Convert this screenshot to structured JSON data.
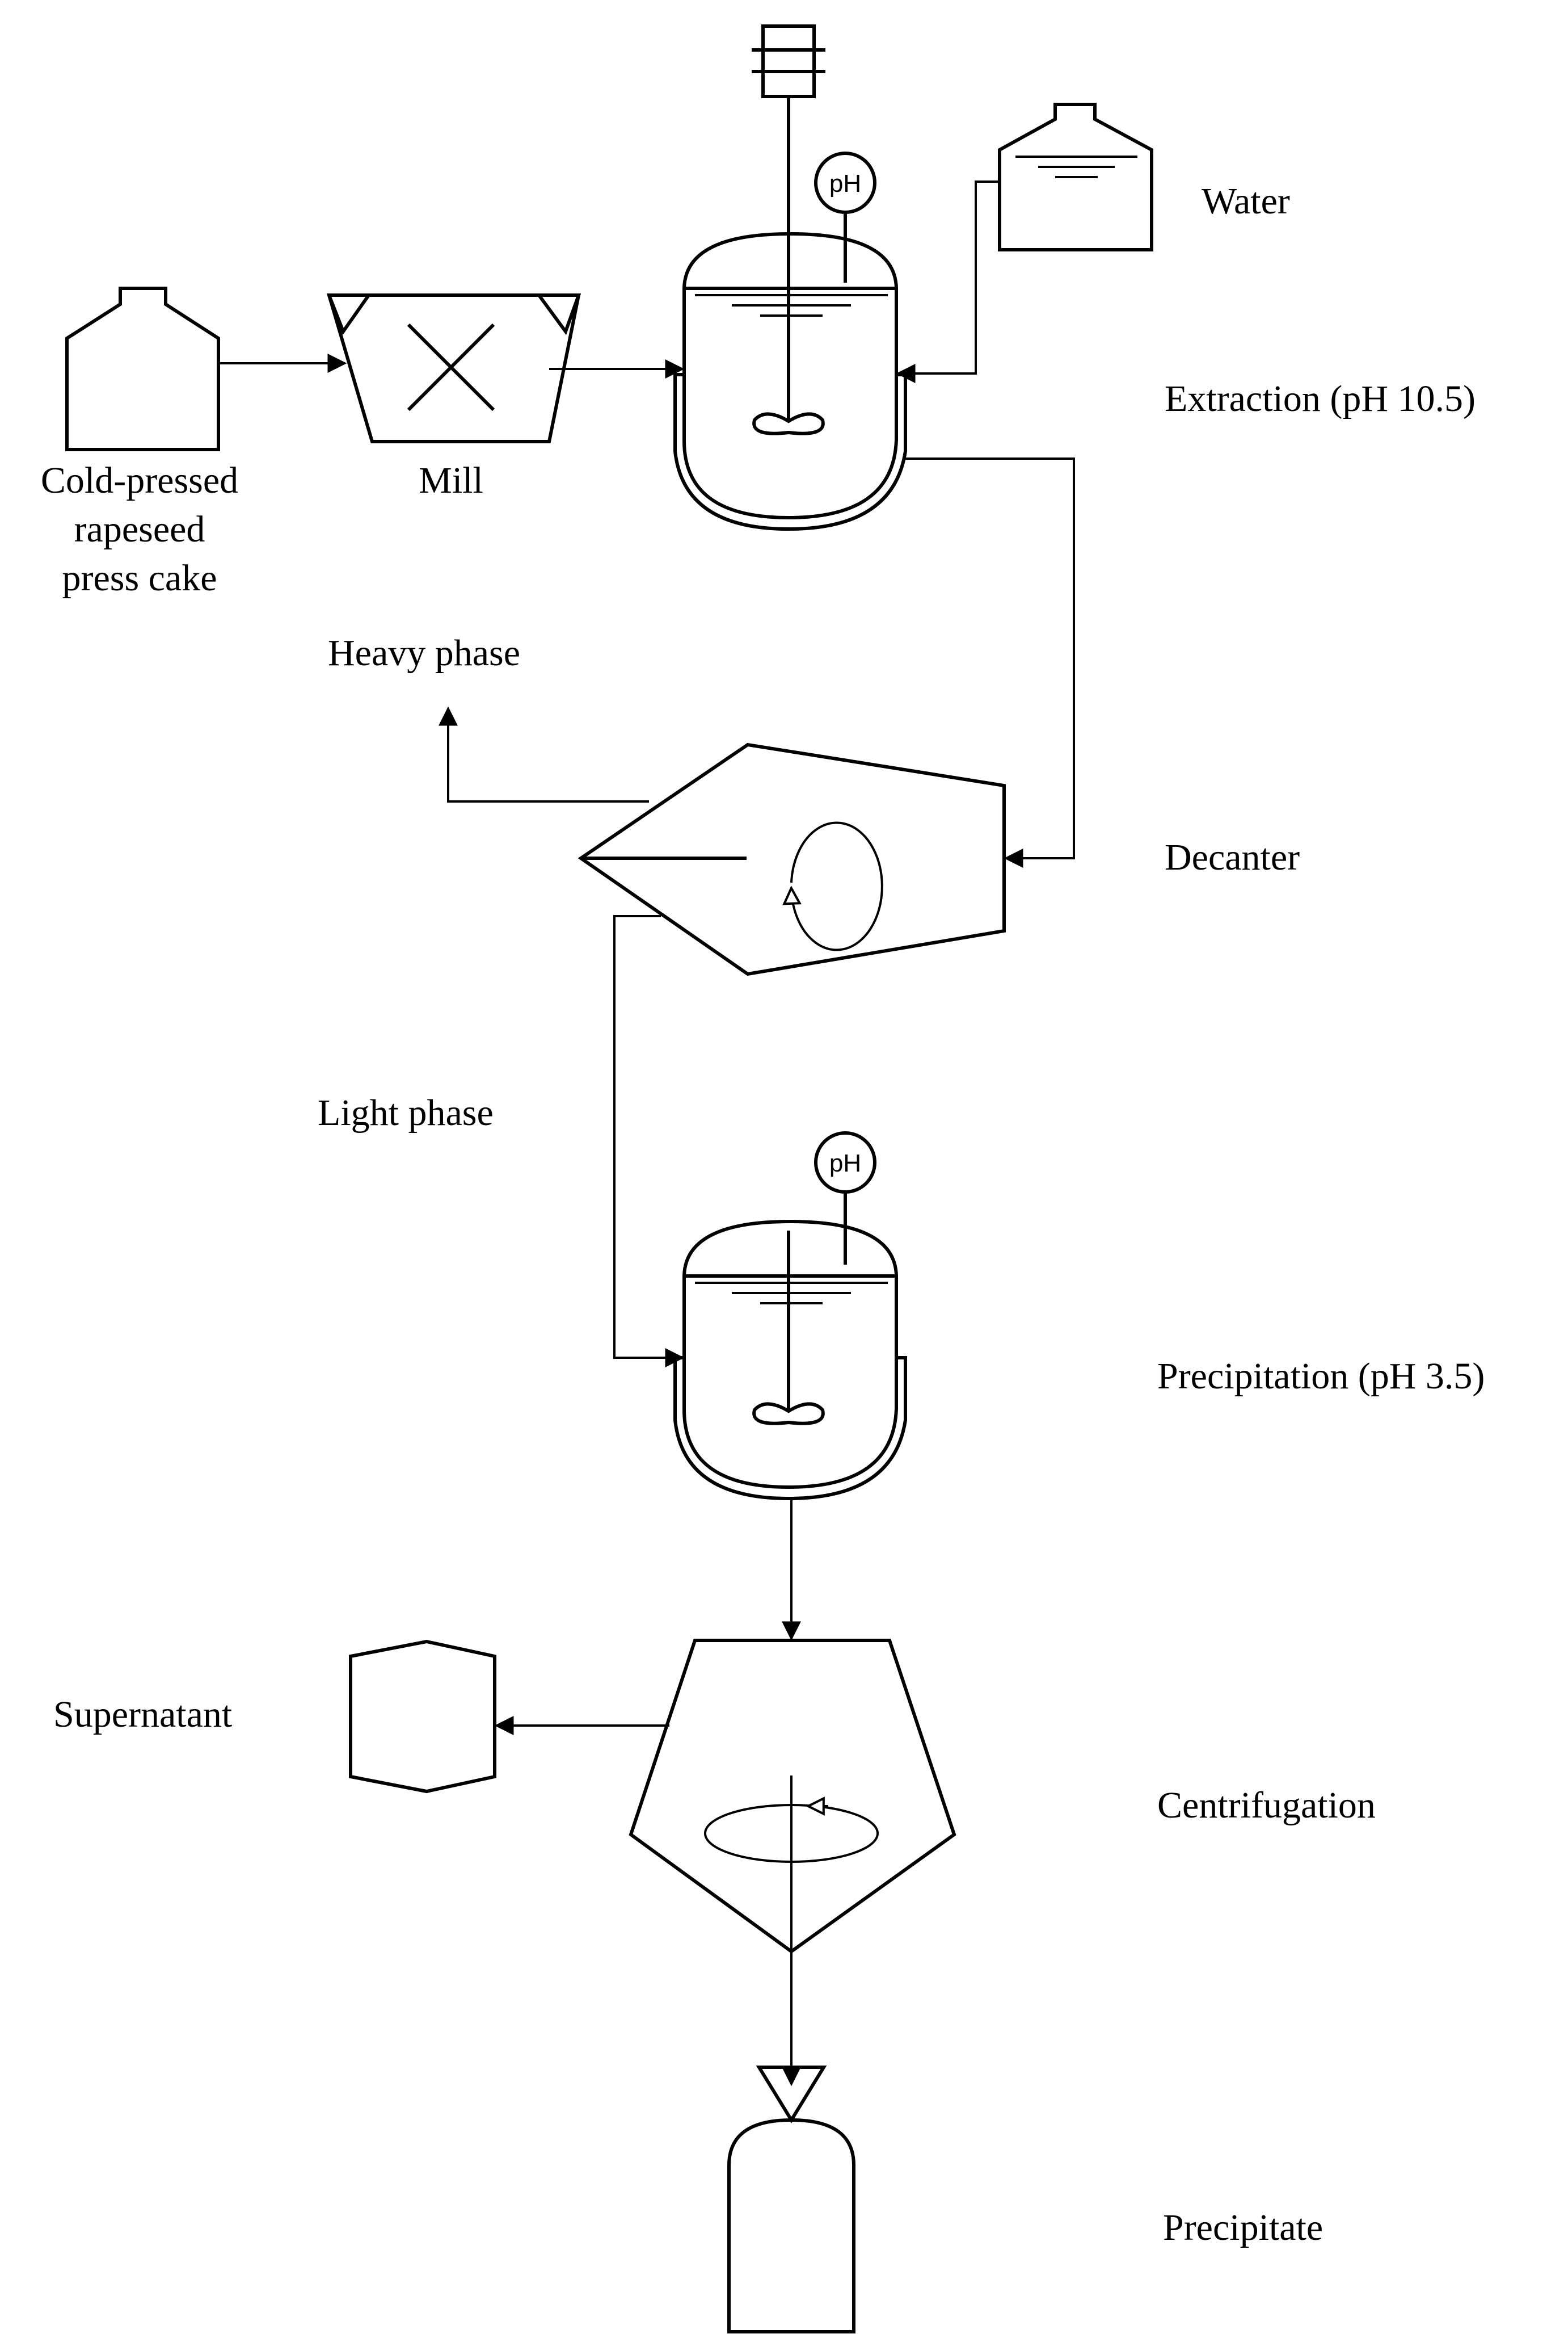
{
  "labels": {
    "feed_line1": "Cold-pressed",
    "feed_line2": "rapeseed",
    "feed_line3": "press cake",
    "mill": "Mill",
    "water": "Water",
    "extraction": "Extraction (pH 10.5)",
    "heavy_phase": "Heavy phase",
    "decanter": "Decanter",
    "light_phase": "Light phase",
    "precipitation": "Precipitation (pH 3.5)",
    "supernatant": "Supernatant",
    "centrifugation": "Centrifugation",
    "precipitate": "Precipitate"
  },
  "instruments": {
    "ph_extraction": "pH",
    "ph_precipitation": "pH"
  }
}
